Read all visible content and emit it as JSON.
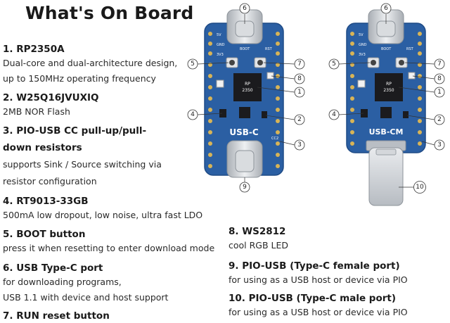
{
  "page": {
    "title": "What's On Board"
  },
  "items_left": [
    {
      "heading": "1. RP2350A",
      "lines": [
        "Dual-core and dual-architecture design,",
        "up to 150MHz operating frequency"
      ]
    },
    {
      "heading": "2. W25Q16JVUXIQ",
      "lines": [
        "2MB NOR Flash"
      ]
    },
    {
      "heading": "3. PIO-USB CC pull-up/pull-down resistors",
      "lines": [
        "supports Sink / Source switching via",
        "resistor configuration"
      ]
    },
    {
      "heading": "4. RT9013-33GB",
      "lines": [
        "500mA low dropout, low noise, ultra fast LDO"
      ]
    },
    {
      "heading": "5. BOOT button",
      "lines": [
        "press it when resetting to enter download mode"
      ]
    },
    {
      "heading": "6. USB Type-C port",
      "lines": [
        "for downloading programs,",
        "USB 1.1 with device and host support"
      ]
    },
    {
      "heading": "7. RUN reset button",
      "lines": []
    }
  ],
  "items_right": [
    {
      "heading": "8. WS2812",
      "lines": [
        "cool RGB LED"
      ]
    },
    {
      "heading": "9. PIO-USB (Type-C female port)",
      "lines": [
        "for using as a USB host or device via PIO"
      ]
    },
    {
      "heading": "10. PIO-USB (Type-C male port)",
      "lines": [
        "for using as a USB host or device via PIO"
      ]
    }
  ],
  "boards": {
    "left_label": "USB-C",
    "right_label": "USB-CM",
    "silk_labels": [
      "5V",
      "GND",
      "3V3",
      "BOOT",
      "RST",
      "CC2"
    ],
    "chip_text": [
      "RP",
      "2350"
    ]
  },
  "callouts": {
    "board_a": [
      "1",
      "2",
      "3",
      "4",
      "5",
      "6",
      "7",
      "8",
      "9"
    ],
    "board_b": [
      "1",
      "2",
      "3",
      "4",
      "5",
      "6",
      "7",
      "8",
      "10"
    ]
  },
  "colors": {
    "pcb": "#2b5fa3",
    "pcb_edge": "#1f4b86",
    "gold": "#d8b456",
    "metal": "#c9cdd2",
    "chip": "#1b1b1e"
  }
}
